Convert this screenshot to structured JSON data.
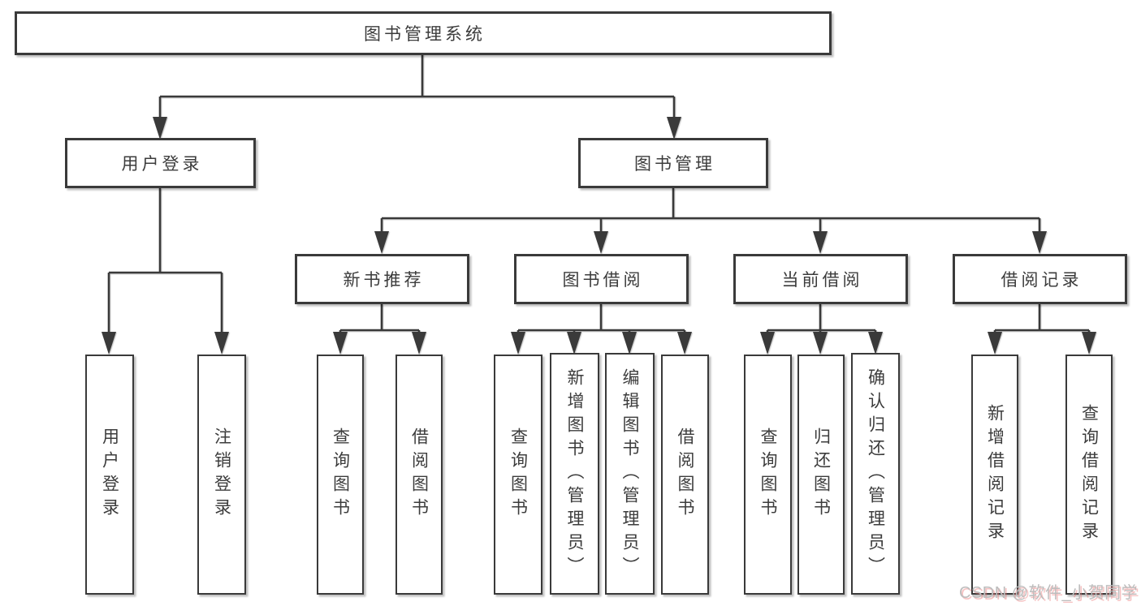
{
  "root": {
    "label": "图书管理系统"
  },
  "branches": [
    {
      "label": "用户登录",
      "children": [
        {
          "label": "用户登录"
        },
        {
          "label": "注销登录"
        }
      ]
    },
    {
      "label": "图书管理",
      "children": [
        {
          "label": "新书推荐",
          "children": [
            {
              "label": "查询图书"
            },
            {
              "label": "借阅图书"
            }
          ]
        },
        {
          "label": "图书借阅",
          "children": [
            {
              "label": "查询图书"
            },
            {
              "label": "新增图书（管理员）"
            },
            {
              "label": "编辑图书（管理员）"
            },
            {
              "label": "借阅图书"
            }
          ]
        },
        {
          "label": "当前借阅",
          "children": [
            {
              "label": "查询图书"
            },
            {
              "label": "归还图书"
            },
            {
              "label": "确认归还（管理员）"
            }
          ]
        },
        {
          "label": "借阅记录",
          "children": [
            {
              "label": "新增借阅记录"
            },
            {
              "label": "查询借阅记录"
            }
          ]
        }
      ]
    }
  ],
  "watermark": {
    "text": "CSDN @软件_小贺同学"
  },
  "colors": {
    "line": "#3a3a3a",
    "text": "#3c3c3c",
    "background": "#ffffff",
    "watermark": "#bdbdbd",
    "watermark_shadow": "#eb7878"
  }
}
